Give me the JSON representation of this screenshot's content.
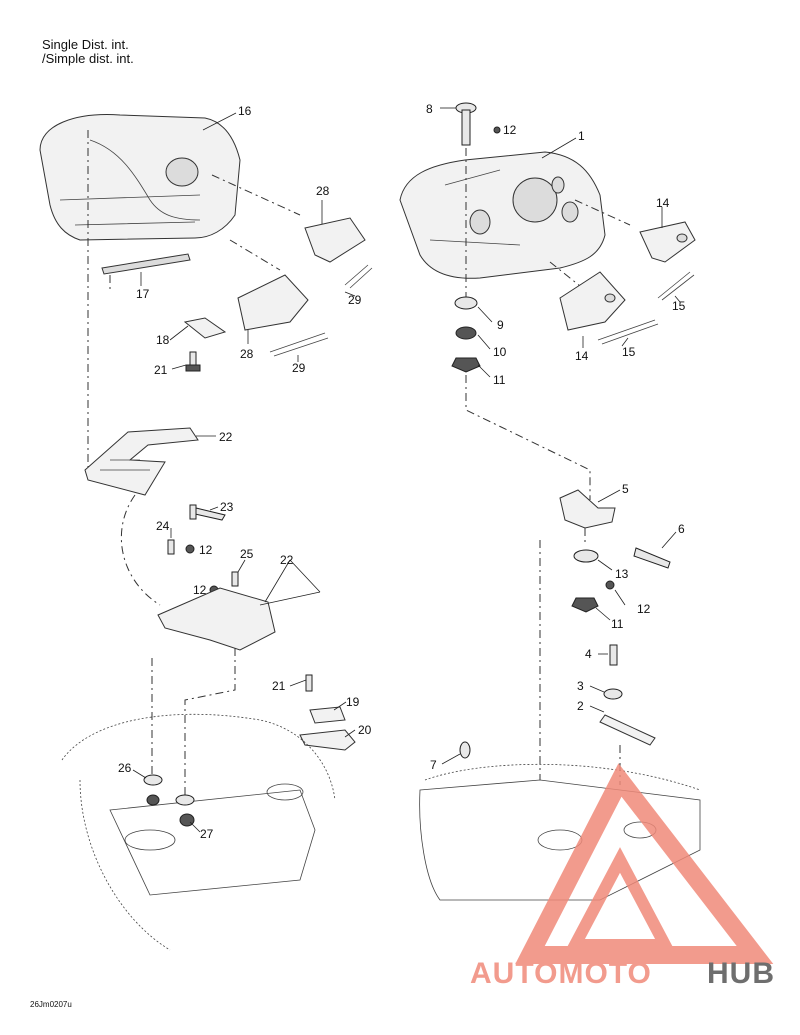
{
  "header": {
    "line1": "Single Dist. int.",
    "line2": "/Simple dist. int."
  },
  "code": "26Jm0207u",
  "watermark": {
    "prefix": "AUTOMOTO",
    "suffix": "HUB",
    "color": "#f08a7a",
    "dark": "#555555"
  },
  "callouts": {
    "c1": "1",
    "c2": "2",
    "c3": "3",
    "c4": "4",
    "c5": "5",
    "c6": "6",
    "c7": "7",
    "c8": "8",
    "c9": "9",
    "c10": "10",
    "c11a": "11",
    "c11b": "11",
    "c12a": "12",
    "c12b": "12",
    "c12c": "12",
    "c12d": "12",
    "c13": "13",
    "c14a": "14",
    "c14b": "14",
    "c15a": "15",
    "c15b": "15",
    "c16": "16",
    "c17": "17",
    "c18": "18",
    "c19": "19",
    "c20": "20",
    "c21a": "21",
    "c21b": "21",
    "c22a": "22",
    "c22b": "22",
    "c23": "23",
    "c24": "24",
    "c25": "25",
    "c26": "26",
    "c27": "27",
    "c28a": "28",
    "c28b": "28",
    "c29a": "29",
    "c29b": "29"
  }
}
